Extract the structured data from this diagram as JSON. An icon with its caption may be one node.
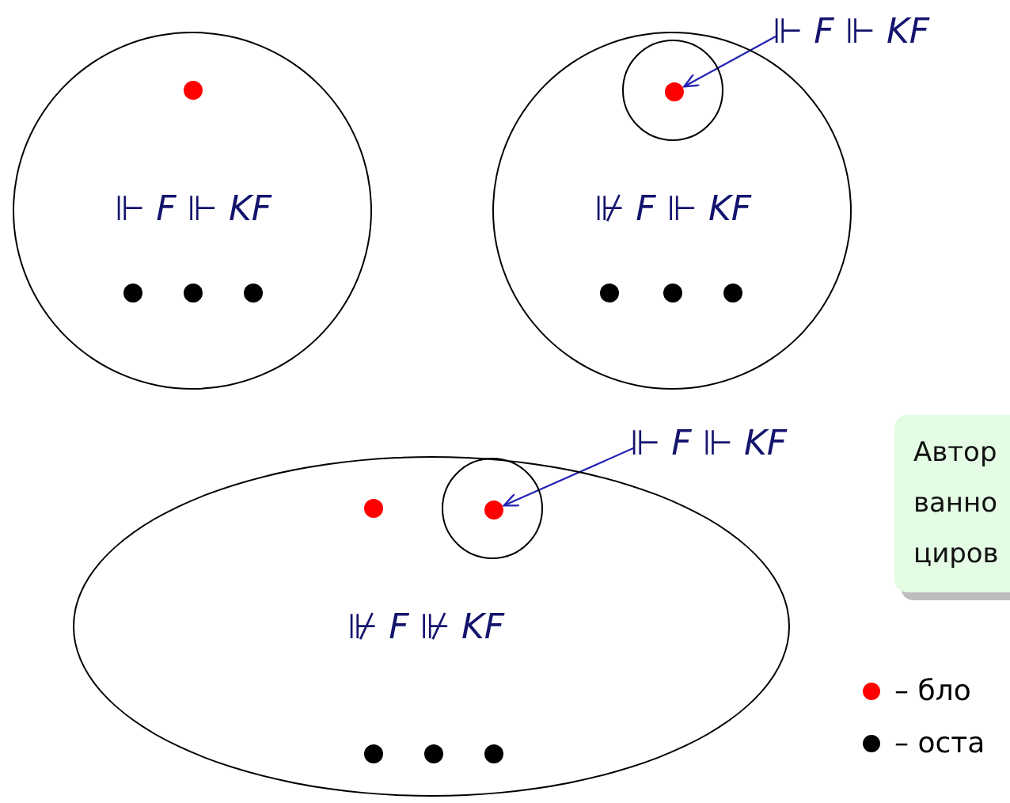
{
  "diagram": {
    "nodes": [
      {
        "text": [
          "⊩ *F* ⊩ *KF*"
        ]
      },
      {
        "text": [],
        "shape": "circle",
        "in": 0
      },
      {
        "text": [],
        "shape": "circle",
        "in": 0
      },
      {
        "text": [],
        "shape": "circle",
        "in": 0
      },
      {
        "text": [],
        "shape": "circle",
        "in": 0
      },
      {
        "text": [
          "⊮ *F* ⊩ *KF*"
        ]
      },
      {
        "text": [],
        "shape": "circle",
        "in": 5
      },
      {
        "text": [],
        "shape": "circle",
        "in": 6
      },
      {
        "text": [],
        "shape": "circle",
        "in": 5
      },
      {
        "text": [],
        "shape": "circle",
        "in": 5
      },
      {
        "text": [],
        "shape": "circle",
        "in": 5
      },
      {
        "text": [
          "⊩ *F* ⊩ *KF*"
        ]
      },
      {
        "text": [
          "⊮ *F* ⊮ *KF*"
        ]
      },
      {
        "text": [],
        "shape": "circle",
        "in": 12
      },
      {
        "text": [],
        "shape": "circle",
        "in": 12
      },
      {
        "text": [],
        "shape": "circle",
        "in": 14
      },
      {
        "text": [],
        "shape": "circle",
        "in": 12
      },
      {
        "text": [],
        "shape": "circle",
        "in": 12
      },
      {
        "text": [],
        "shape": "circle",
        "in": 12
      },
      {
        "text": [
          "⊩ *F* ⊩ *KF*"
        ]
      },
      {
        "text": [
          "Автор ванно циров"
        ]
      }
    ],
    "edges": [
      {
        "from": 11,
        "to": 7,
        "arrow": "to"
      },
      {
        "from": 19,
        "to": 15,
        "arrow": "to"
      }
    ],
    "legend": [
      {
        "text": "– бло",
        "color": "#ff0000"
      },
      {
        "text": "– оста",
        "color": "#000000"
      }
    ]
  }
}
